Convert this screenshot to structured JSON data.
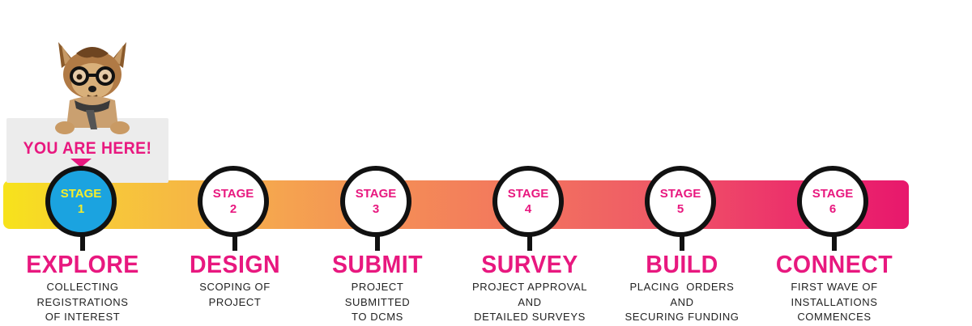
{
  "banner": {
    "label": "YOU ARE HERE!"
  },
  "stages": [
    {
      "stage_word": "STAGE",
      "number": "1",
      "name": "EXPLORE",
      "description": [
        "COLLECTING",
        "REGISTRATIONS",
        "OF INTEREST"
      ],
      "active": true
    },
    {
      "stage_word": "STAGE",
      "number": "2",
      "name": "DESIGN",
      "description": [
        "SCOPING OF",
        "PROJECT"
      ],
      "active": false
    },
    {
      "stage_word": "STAGE",
      "number": "3",
      "name": "SUBMIT",
      "description": [
        "PROJECT",
        "SUBMITTED",
        "TO DCMS"
      ],
      "active": false
    },
    {
      "stage_word": "STAGE",
      "number": "4",
      "name": "SURVEY",
      "description": [
        "PROJECT APPROVAL",
        "AND",
        "DETAILED SURVEYS"
      ],
      "active": false
    },
    {
      "stage_word": "STAGE",
      "number": "5",
      "name": "BUILD",
      "description": [
        "PLACING  ORDERS",
        "AND",
        "SECURING FUNDING"
      ],
      "active": false
    },
    {
      "stage_word": "STAGE",
      "number": "6",
      "name": "CONNECT",
      "description": [
        "FIRST WAVE OF",
        "INSTALLATIONS",
        "COMMENCES"
      ],
      "active": false
    }
  ],
  "colors": {
    "accent": "#e8187f",
    "active_ring_fill": "#1ba3e0",
    "active_ring_text": "#f6ee2a",
    "gradient_start": "#f7e31b",
    "gradient_end": "#e8186c"
  }
}
